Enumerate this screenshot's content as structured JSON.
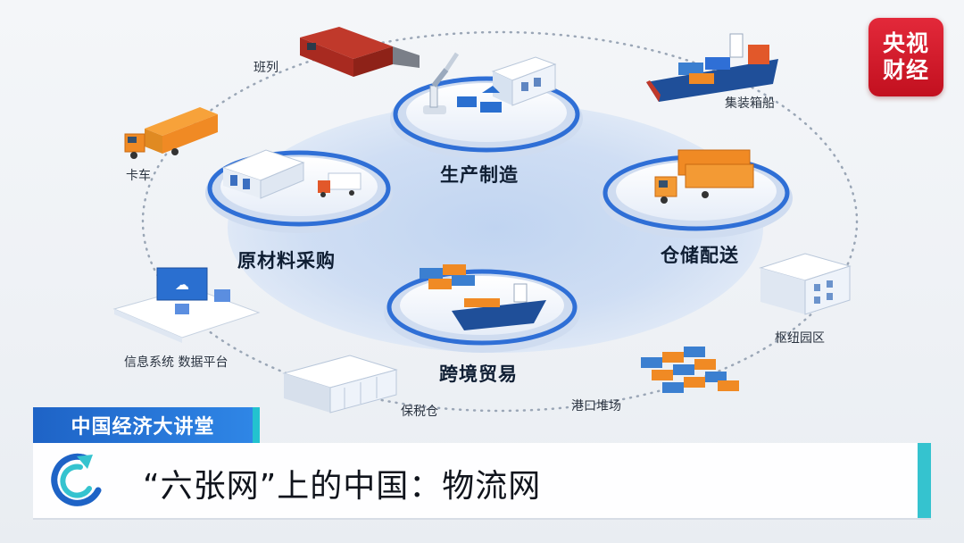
{
  "broadcaster": {
    "logo_text": [
      "央视",
      "财经"
    ]
  },
  "hubs": {
    "production": "生产制造",
    "raw_materials": "原材料采购",
    "warehousing": "仓储配送",
    "cross_border": "跨境贸易"
  },
  "nodes": {
    "train": "班列",
    "truck": "卡车",
    "container_ship": "集装箱船",
    "info_platform": "信息系统 数据平台",
    "bonded_warehouse": "保税仓",
    "port_yard": "港口堆场",
    "hub_park": "枢纽园区"
  },
  "banner": {
    "program": "中国经济大讲堂",
    "headline": "“六张网”上的中国：物流网"
  },
  "colors": {
    "ring": "#2f6fd6",
    "cctv_red": "#d41e2e",
    "banner_blue": "#1e63c6",
    "accent_cyan": "#35c3cf",
    "container_orange": "#f08a24",
    "container_blue": "#3b7fd0"
  }
}
